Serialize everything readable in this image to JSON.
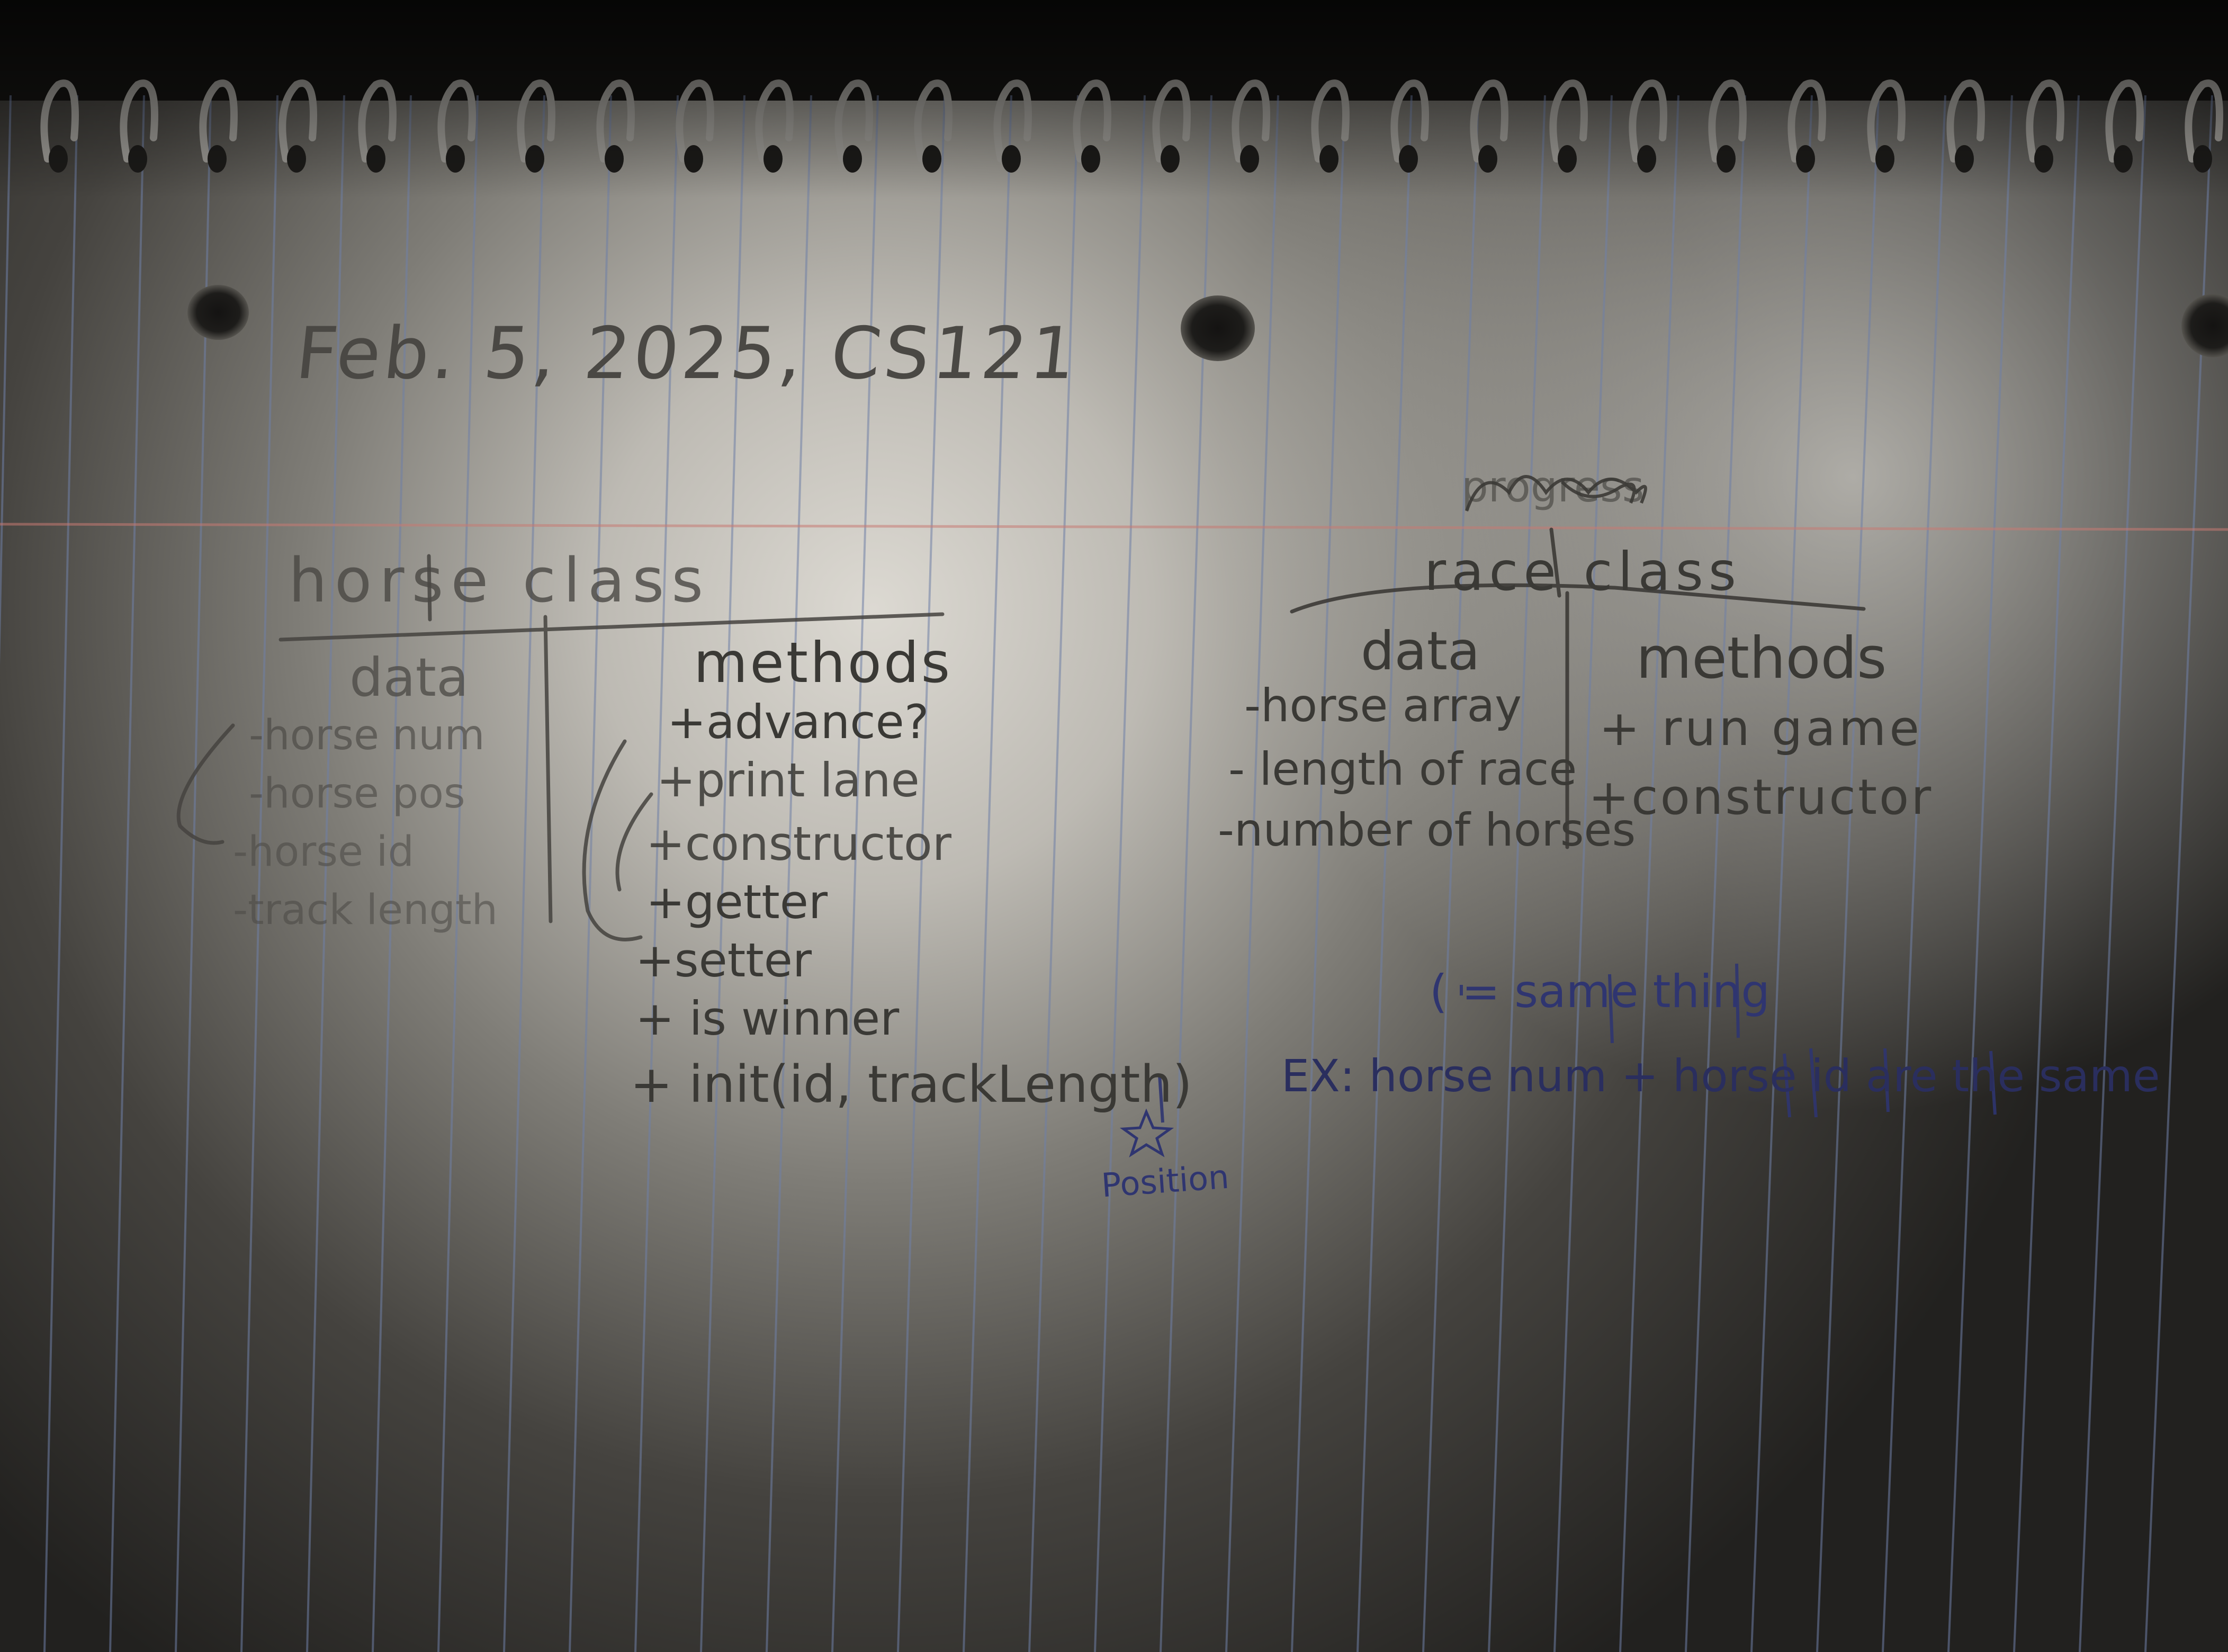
{
  "colors": {
    "paper_lit": "#d6d3cc",
    "paper_shadow": "#2c2b28",
    "rule_line": "#6f7fa6",
    "margin_line": "#c77a72",
    "pencil": "#4a4844",
    "pen": "#2f3570"
  },
  "header": {
    "date_line": "Feb. 5, 2025, CS121"
  },
  "horse_class": {
    "title": "horse class",
    "data_heading": "data",
    "data_items": [
      "-horse num",
      "-horse pos",
      "-horse id",
      "-track length"
    ],
    "methods_heading": "methods",
    "method_items": [
      "+advance?",
      "+print lane",
      "+constructor",
      "+getter",
      "+setter",
      "+ is winner",
      "+ init(id, trackLength)"
    ],
    "annotation": "Position"
  },
  "race_class": {
    "crossed_out": "progress",
    "title": "race class",
    "data_heading": "data",
    "data_items": [
      "-horse array",
      "- length of race",
      "-number of horses"
    ],
    "methods_heading": "methods",
    "method_items": [
      "+ run game",
      "+constructor"
    ]
  },
  "note": {
    "line1": "( = same thing",
    "line2": "EX: horse num + horse id are the same"
  }
}
